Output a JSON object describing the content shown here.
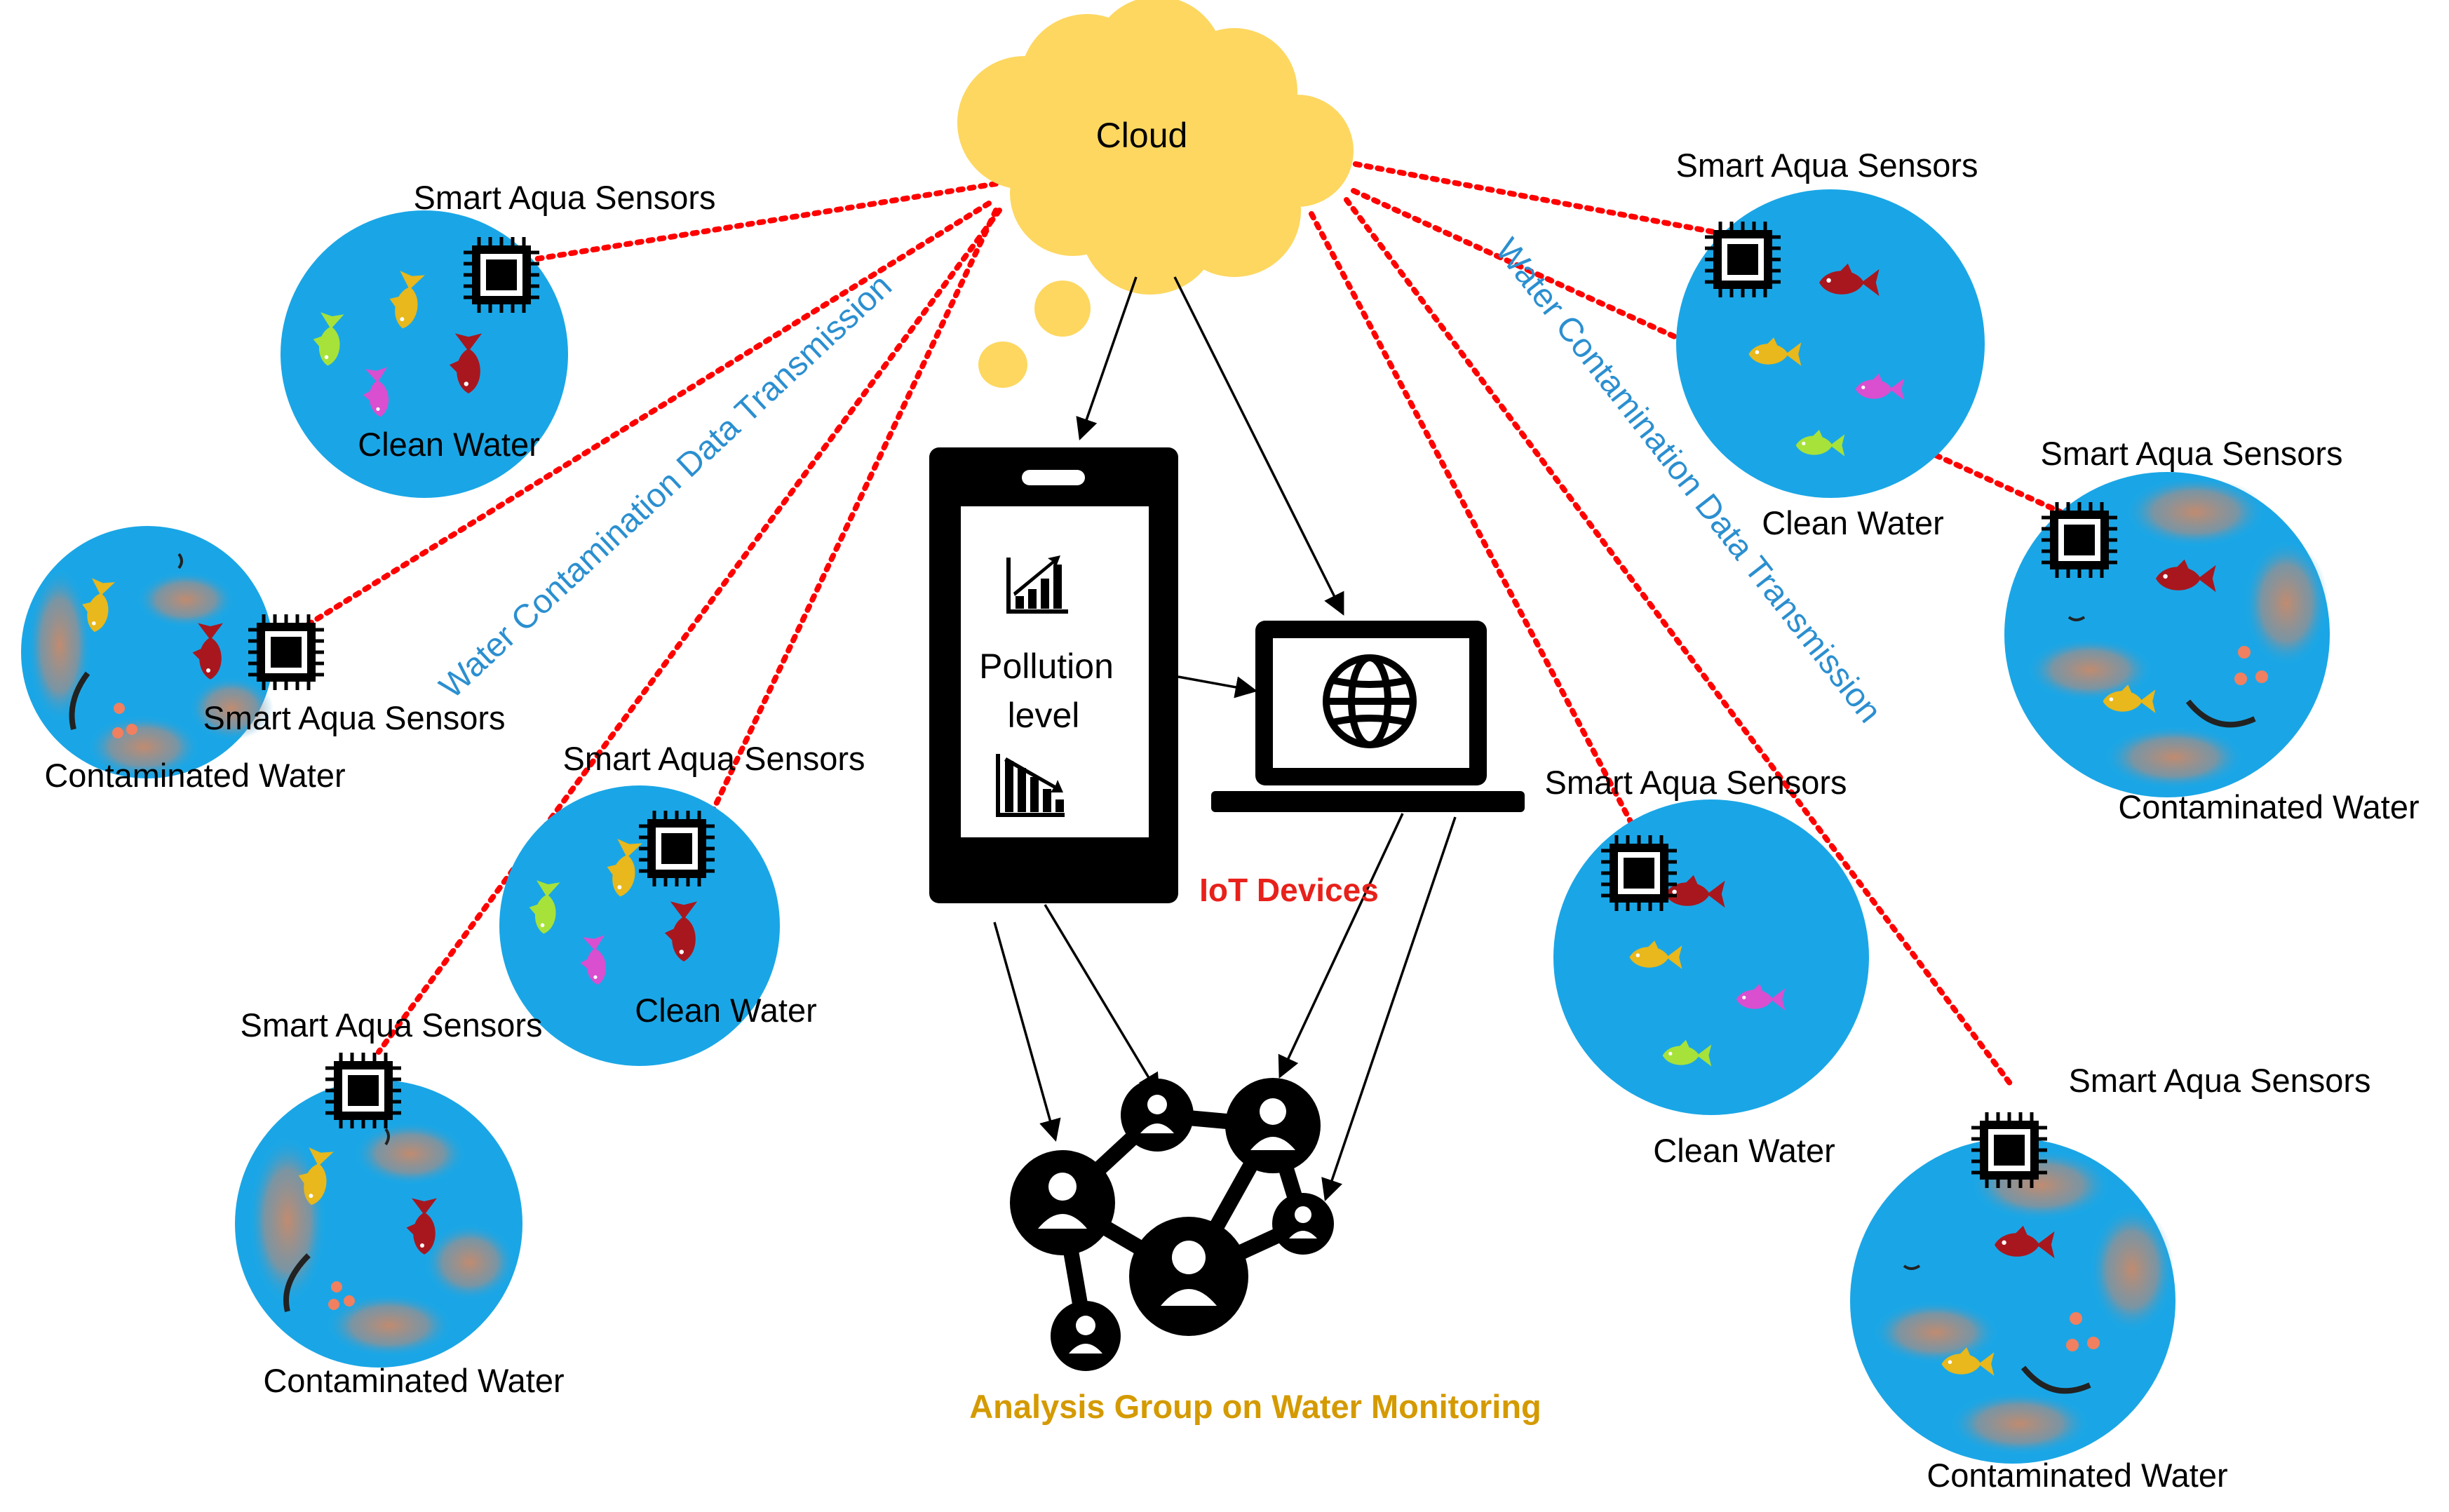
{
  "cloud": {
    "label": "Cloud"
  },
  "transmission": {
    "left": "Water Contamination Data Transmission",
    "right": "Water Contamination Data Transmission"
  },
  "device": {
    "phone_text_line1": "Pollution",
    "phone_text_line2": "level",
    "iot_label": "IoT Devices"
  },
  "analysis": {
    "label": "Analysis Group on Water Monitoring"
  },
  "ponds": [
    {
      "sensor_label": "Smart Aqua Sensors",
      "water_label": "Clean Water"
    },
    {
      "sensor_label": "Smart Aqua Sensors",
      "water_label": "Contaminated Water"
    },
    {
      "sensor_label": "Smart Aqua Sensors",
      "water_label": "Clean Water"
    },
    {
      "sensor_label": "Smart Aqua Sensors",
      "water_label": "Contaminated Water"
    },
    {
      "sensor_label": "Smart Aqua Sensors",
      "water_label": "Clean Water"
    },
    {
      "sensor_label": "Smart Aqua Sensors",
      "water_label": "Contaminated Water"
    },
    {
      "sensor_label": "Smart Aqua Sensors",
      "water_label": "Clean Water"
    },
    {
      "sensor_label": "Smart Aqua Sensors",
      "water_label": "Contaminated Water"
    }
  ],
  "colors": {
    "water": "#1aa6e6",
    "cloud": "#fdd760",
    "link": "#ff0000",
    "transmission_text": "#2b8fd0",
    "iot_text": "#e8211b",
    "analysis_text": "#d49a00",
    "contamination": "#c98a6a"
  }
}
